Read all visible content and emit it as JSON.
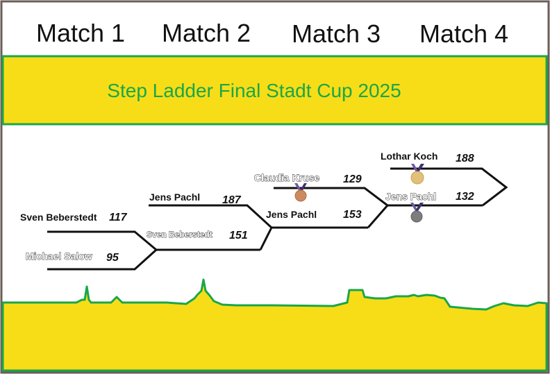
{
  "header": {
    "matches": [
      "Match 1",
      "Match 2",
      "Match 3",
      "Match 4"
    ]
  },
  "title": "Step Ladder Final Stadt Cup 2025",
  "colors": {
    "banner_fill": "#f7dd17",
    "accent_green": "#1aa64a",
    "frame": "#6b5e57",
    "gold_medal": "#e0c07a",
    "silver_medal": "#7d7d7d",
    "bronze_medal": "#cc8a5e",
    "ribbon": "#6e5aa6"
  },
  "bracket": {
    "match1": {
      "top": {
        "name": "Sven Beberstedt",
        "score": "117"
      },
      "bottom": {
        "name": "Michael Salow",
        "score": "95"
      }
    },
    "match2": {
      "top": {
        "name": "Jens Pachl",
        "score": "187"
      },
      "bottom": {
        "name": "Sven Beberstedt",
        "score": "151"
      }
    },
    "match3": {
      "top": {
        "name": "Claudia Kruse",
        "score": "129",
        "medal": "bronze-medal-icon"
      },
      "bottom": {
        "name": "Jens Pachl",
        "score": "153"
      }
    },
    "match4": {
      "top": {
        "name": "Lothar Koch",
        "score": "188",
        "medal": "gold-medal-icon"
      },
      "bottom": {
        "name": "Jens Pachl",
        "score": "132",
        "medal": "silver-medal-icon"
      }
    }
  }
}
